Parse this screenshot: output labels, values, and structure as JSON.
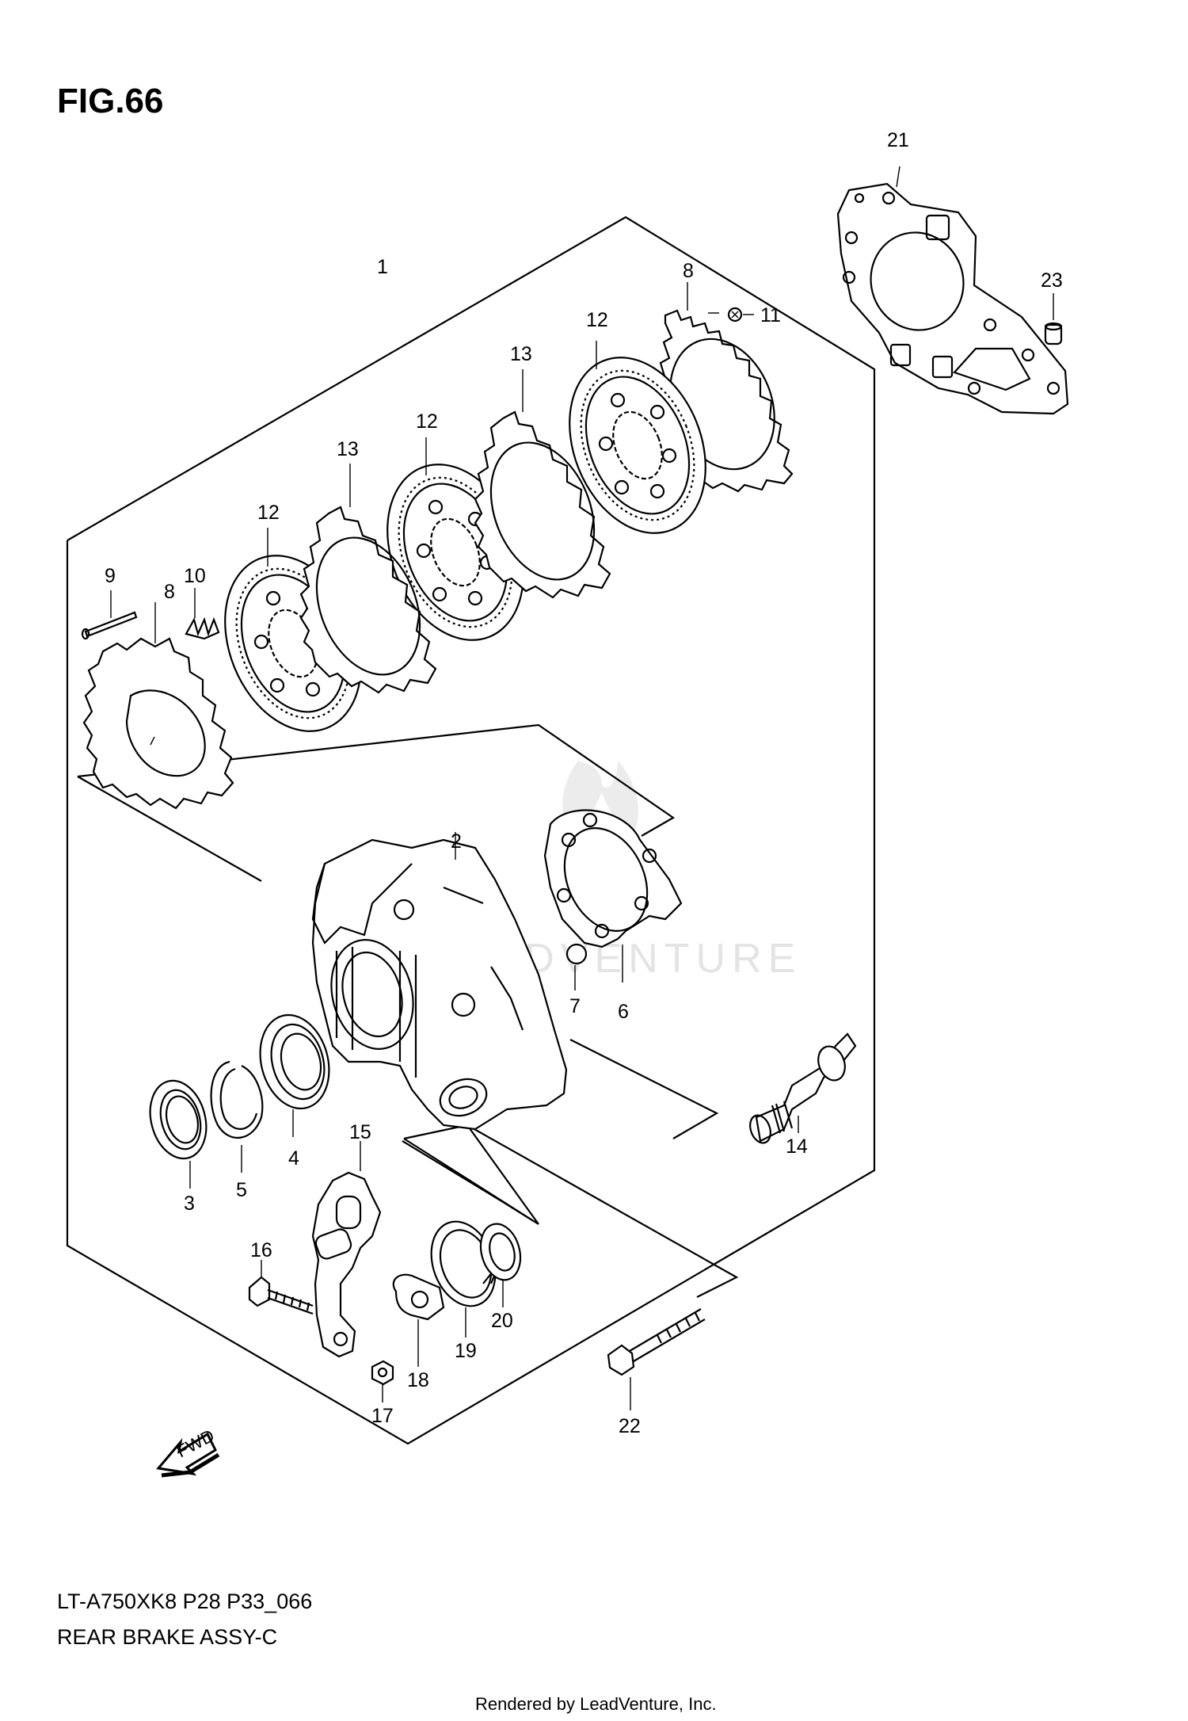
{
  "figure": {
    "title": "FIG.66",
    "model_code": "LT-A750XK8 P28 P33_066",
    "caption": "REAR BRAKE ASSY-C",
    "rendered_by": "Rendered by LeadVenture, Inc.",
    "watermark": "LEADVENTURE",
    "fwd_label": "FWD"
  },
  "callouts": [
    "1",
    "2",
    "3",
    "4",
    "5",
    "6",
    "7",
    "8",
    "8",
    "9",
    "10",
    "11",
    "12",
    "12",
    "12",
    "13",
    "13",
    "14",
    "15",
    "16",
    "17",
    "18",
    "19",
    "20",
    "21",
    "22",
    "23"
  ]
}
